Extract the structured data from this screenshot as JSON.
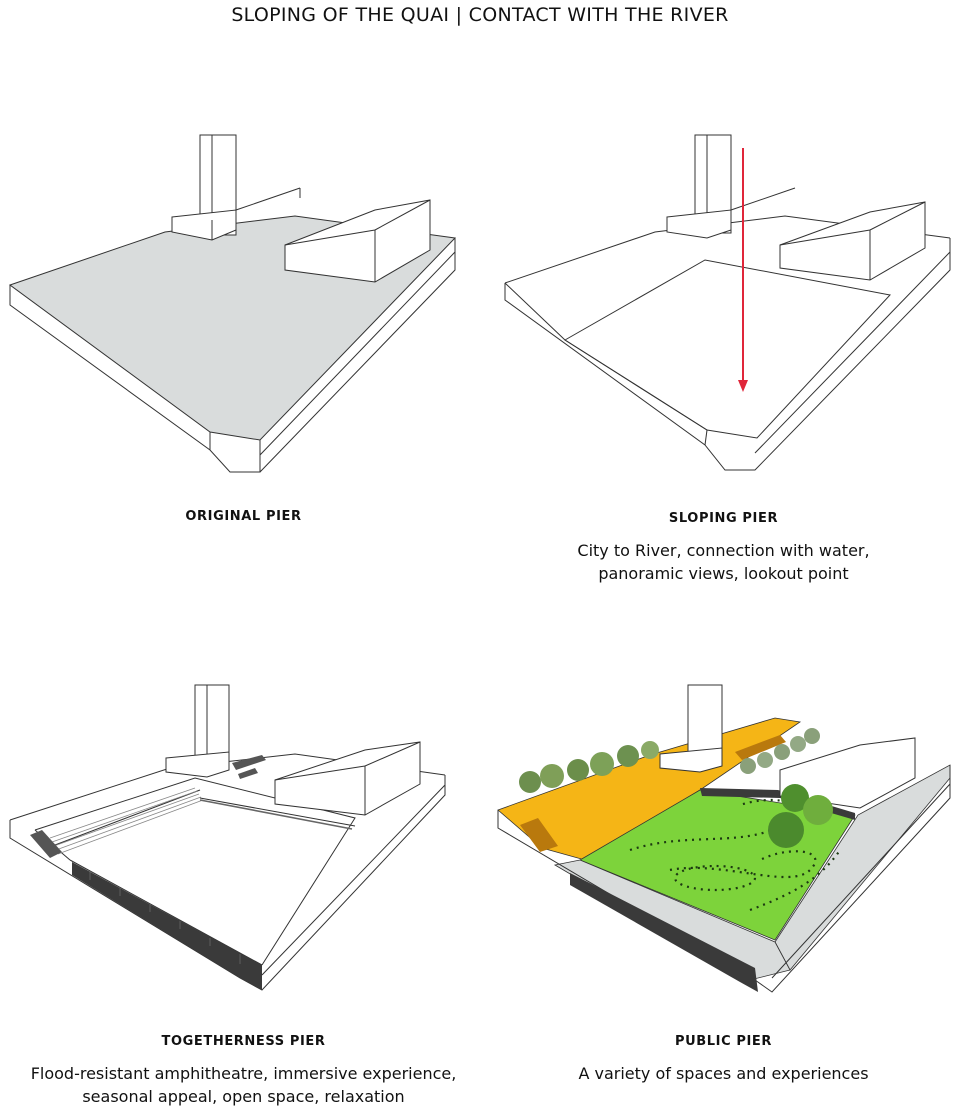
{
  "title": "SLOPING OF THE QUAI | CONTACT WITH THE RIVER",
  "colors": {
    "paving": "#d9dcdc",
    "arrow": "#e0263a",
    "deck": "#f5b516",
    "lawn": "#7dd33b",
    "steps": "#3a3a3a",
    "line": "#333333"
  },
  "panels": [
    {
      "label": "ORIGINAL PIER",
      "description": []
    },
    {
      "label": "SLOPING PIER",
      "description": [
        "City to River, connection with water,",
        "panoramic views, lookout point"
      ]
    },
    {
      "label": "TOGETHERNESS PIER",
      "description": [
        "Flood-resistant amphitheatre, immersive experience,",
        "seasonal appeal, open space, relaxation"
      ]
    },
    {
      "label": "PUBLIC PIER",
      "description": [
        "A variety of spaces and experiences"
      ]
    }
  ]
}
